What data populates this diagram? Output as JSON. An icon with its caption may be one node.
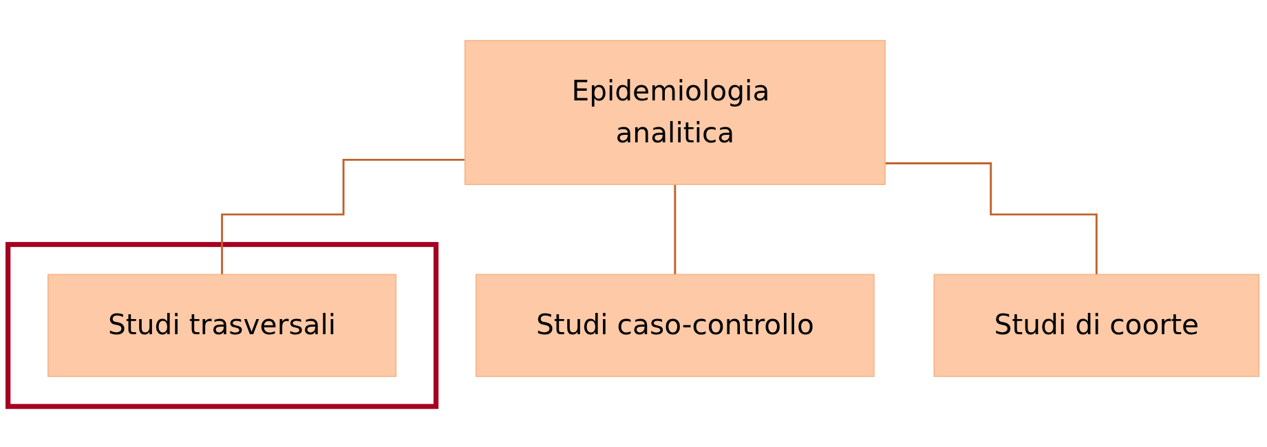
{
  "diagram": {
    "nodes": [
      {
        "text": [
          "Epidemiologia analitica"
        ]
      },
      {
        "text": [],
        "shape": "box"
      },
      {
        "text": [
          "Studi trasversali"
        ],
        "in": 1
      },
      {
        "text": [
          "Studi caso-controllo"
        ]
      },
      {
        "text": [
          "Studi di coorte"
        ]
      }
    ],
    "edges": [
      {
        "from": 0,
        "to": 2,
        "arrow": "none"
      },
      {
        "from": 0,
        "to": 3,
        "arrow": "none"
      },
      {
        "from": 0,
        "to": 4,
        "arrow": "none"
      }
    ]
  }
}
